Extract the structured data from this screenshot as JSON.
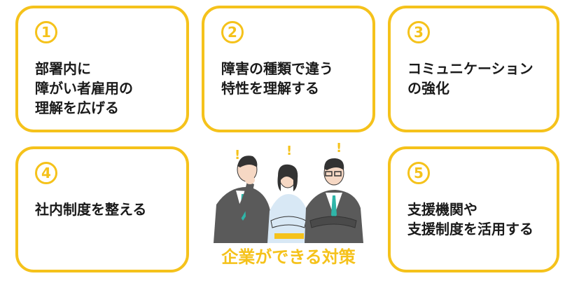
{
  "cards": [
    {
      "number": "1",
      "text": "部署内に\n障がい者雇用の\n理解を広げる"
    },
    {
      "number": "2",
      "text": "障害の種類で違う\n特性を理解する"
    },
    {
      "number": "3",
      "text": "コミュニケーション\nの強化"
    },
    {
      "number": "4",
      "text": "社内制度を整える"
    },
    {
      "number": "5",
      "text": "支援機関や\n支援制度を活用する"
    }
  ],
  "center": {
    "caption": "企業ができる対策",
    "exclamations": [
      "!",
      "!",
      "!"
    ]
  },
  "colors": {
    "accent": "#f5c21b",
    "text": "#1a1a1a",
    "suit": "#5a5a5a",
    "tie": "#2fb5a8"
  }
}
